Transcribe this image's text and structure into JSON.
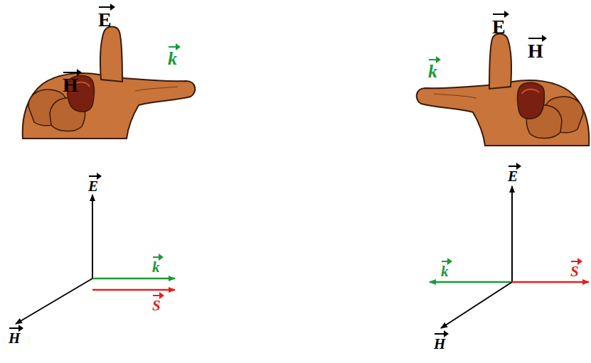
{
  "diagram": {
    "labels": [
      "H",
      "E",
      "k",
      "k",
      "E",
      "H",
      "E",
      "k",
      "S",
      "H",
      "E",
      "k",
      "S",
      "H"
    ]
  }
}
